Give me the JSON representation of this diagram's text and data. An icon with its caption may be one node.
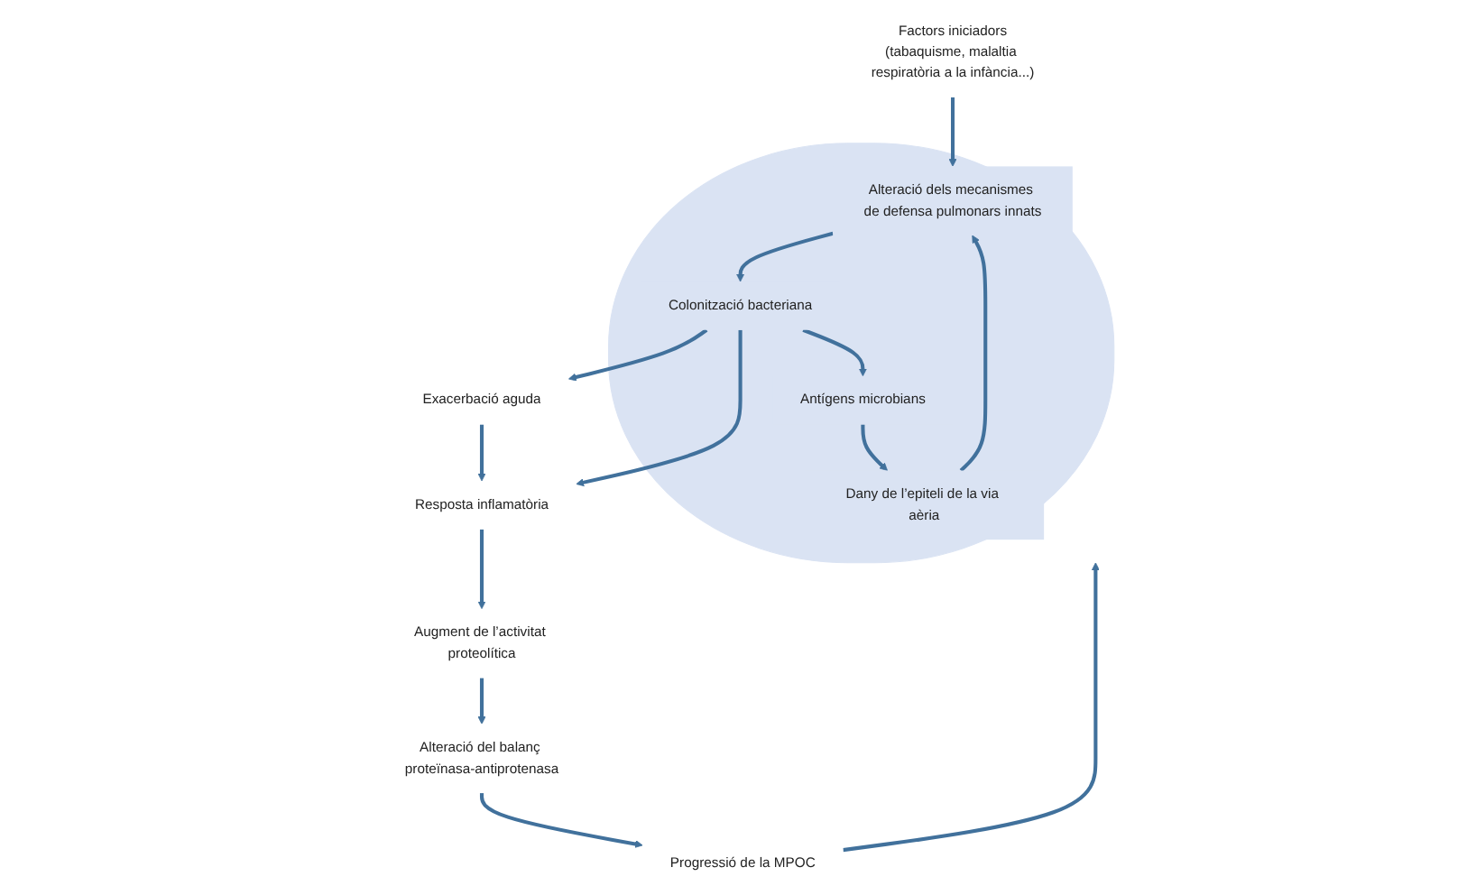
{
  "diagram": {
    "nodes": [
      {
        "text": [
          "Factors iniciadors",
          "(tabaquisme, malaltia respiratòria a la infància...)"
        ]
      },
      {
        "text": [],
        "shape": "ellipse"
      },
      {
        "text": [
          "Alteració dels mecanismes de defensa pulmonars innats"
        ],
        "in": 1
      },
      {
        "text": [
          "Colonització bacteriana"
        ],
        "in": 1
      },
      {
        "text": [
          "Antígens microbians"
        ],
        "in": 1
      },
      {
        "text": [
          "Dany de l’epiteli de la via aèria"
        ],
        "in": 1
      },
      {
        "text": [
          "Exacerbació aguda"
        ]
      },
      {
        "text": [
          "Resposta inflamatòria"
        ]
      },
      {
        "text": [
          "Augment de l’activitat proteolítica"
        ]
      },
      {
        "text": [
          "Alteració del balanç proteïnasa-antiprotenasa"
        ]
      },
      {
        "text": [
          "Progressió de la MPOC"
        ]
      }
    ],
    "edges": [
      {
        "from": 0,
        "to": 2,
        "arrow": "to"
      },
      {
        "from": 2,
        "to": 3,
        "arrow": "to"
      },
      {
        "from": 3,
        "to": 4,
        "arrow": "to"
      },
      {
        "from": 4,
        "to": 5,
        "arrow": "to"
      },
      {
        "from": 5,
        "to": 2,
        "arrow": "to"
      },
      {
        "from": 3,
        "to": 6,
        "arrow": "to"
      },
      {
        "from": 3,
        "to": 7,
        "arrow": "to"
      },
      {
        "from": 6,
        "to": 7,
        "arrow": "to"
      },
      {
        "from": 7,
        "to": 8,
        "arrow": "to"
      },
      {
        "from": 8,
        "to": 9,
        "arrow": "to"
      },
      {
        "from": 9,
        "to": 10,
        "arrow": "to"
      },
      {
        "from": 10,
        "to": 1,
        "arrow": "to"
      }
    ]
  }
}
